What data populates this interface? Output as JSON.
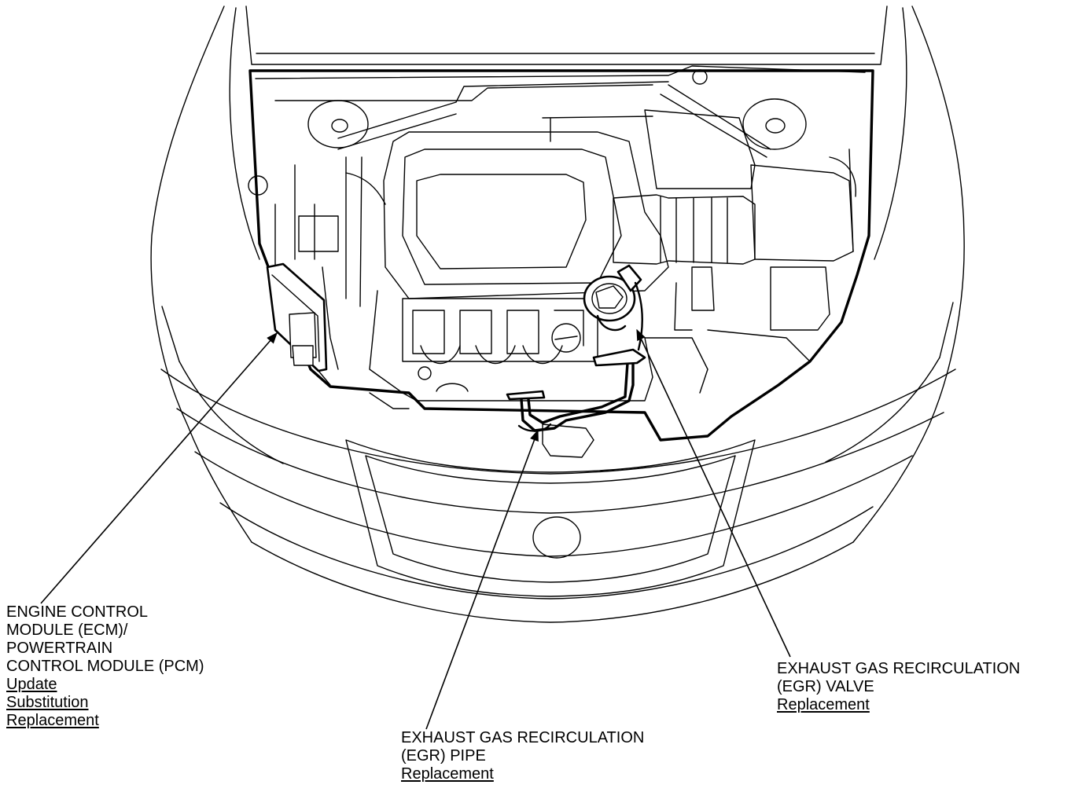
{
  "components": {
    "ecm_pcm": {
      "label_lines": [
        "ENGINE CONTROL",
        "MODULE (ECM)/",
        "POWERTRAIN",
        "CONTROL MODULE (PCM)"
      ],
      "links": [
        "Update",
        "Substitution",
        "Replacement"
      ]
    },
    "egr_pipe": {
      "label_lines": [
        "EXHAUST GAS RECIRCULATION",
        "(EGR) PIPE"
      ],
      "links": [
        "Replacement"
      ]
    },
    "egr_valve": {
      "label_lines": [
        "EXHAUST GAS RECIRCULATION",
        "(EGR) VALVE"
      ],
      "links": [
        "Replacement"
      ]
    }
  }
}
